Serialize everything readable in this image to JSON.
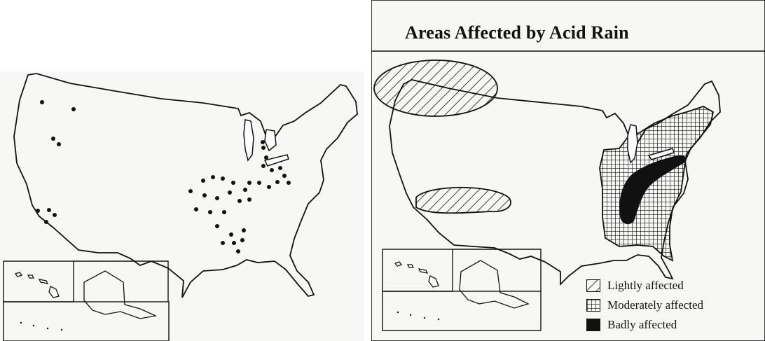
{
  "right_map": {
    "title": "Areas Affected by Acid Rain",
    "legend": [
      {
        "key": "light",
        "label": "Lightly affected"
      },
      {
        "key": "moderate",
        "label": "Moderately affected"
      },
      {
        "key": "bad",
        "label": "Badly affected"
      }
    ]
  },
  "colors": {
    "ink": "#111111",
    "paper": "#f7f7f5"
  }
}
